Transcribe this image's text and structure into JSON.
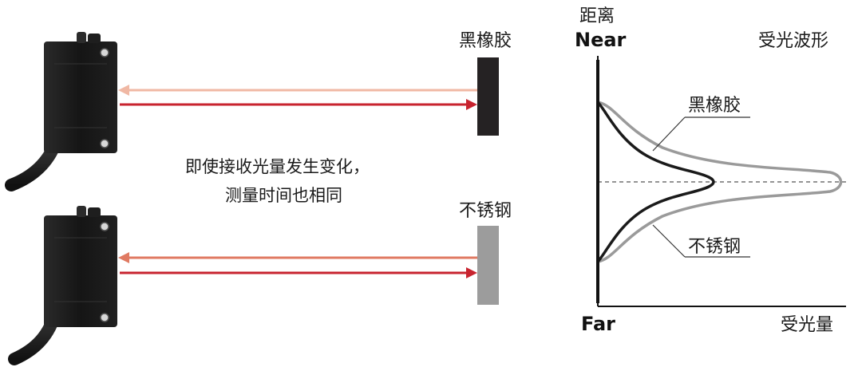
{
  "colors": {
    "emit_beam": "#c8242f",
    "return_beam_rubber": "#f0b8a4",
    "return_beam_steel": "#e07a62",
    "rubber_target": "#252223",
    "steel_target": "#9c9c9c",
    "sensor_body": "#1c1c1c",
    "curve_rubber": "#1a1a1a",
    "curve_steel": "#9a9a9a"
  },
  "left": {
    "rubber_label": "黑橡胶",
    "steel_label": "不锈钢",
    "caption_line1": "即使接收光量发生变化，",
    "caption_line2": "测量时间也相同"
  },
  "right": {
    "axis_title": "距离",
    "near_label": "Near",
    "far_label": "Far",
    "waveform_title": "受光波形",
    "x_axis_label": "受光量",
    "rubber_curve_label": "黑橡胶",
    "steel_curve_label": "不锈钢"
  }
}
